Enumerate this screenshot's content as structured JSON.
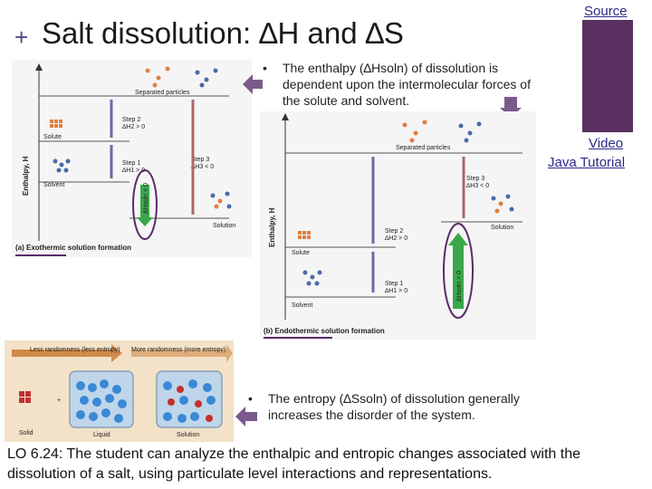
{
  "header": {
    "plus_icon": "+",
    "title": "Salt dissolution: ∆H and ∆S"
  },
  "links": {
    "source": "Source",
    "video": "Video",
    "java": "Java Tutorial"
  },
  "bullets": {
    "enthalpy": "The enthalpy (∆Hsoln) of dissolution is dependent upon the intermolecular forces of the solute and solvent.",
    "entropy": "The entropy (∆Ssoln) of dissolution generally increases the disorder of the system."
  },
  "exothermic_diagram": {
    "separated": "Separated particles",
    "solute": "Solute",
    "solvent": "Solvent",
    "solution": "Solution",
    "step1": "Step 1",
    "step1_dh": "∆H1 > 0",
    "step2": "Step 2",
    "step2_dh": "∆H2 > 0",
    "step3": "Step 3",
    "step3_dh": "∆H3 < 0",
    "dh_soln": "∆Hsoln < 0",
    "axis": "Enthalpy, H",
    "caption": "(a) Exothermic solution formation"
  },
  "endothermic_diagram": {
    "separated": "Separated particles",
    "solute": "Solute",
    "solvent": "Solvent",
    "solution": "Solution",
    "step1": "Step 1",
    "step1_dh": "∆H1 > 0",
    "step2": "Step 2",
    "step2_dh": "∆H2 > 0",
    "step3": "Step 3",
    "step3_dh": "∆H3 < 0",
    "dh_soln": "∆Hsoln > 0",
    "axis": "Enthalpy, H",
    "caption": "(b) Endothermic solution formation"
  },
  "entropy_image": {
    "less": "Less randomness (less entropy)",
    "more": "More randomness (more entropy)",
    "solid": "Solid",
    "liquid": "Liquid",
    "solution": "Solution"
  },
  "learning_objective": "LO 6.24: The student can analyze the enthalpic and entropic changes associated with the dissolution of a salt, using particulate level interactions and representations.",
  "colors": {
    "accent": "#5a3060",
    "ring": "#5a2a6a",
    "link": "#2a2a8a",
    "arrow_fill": "#7a5a8a"
  }
}
